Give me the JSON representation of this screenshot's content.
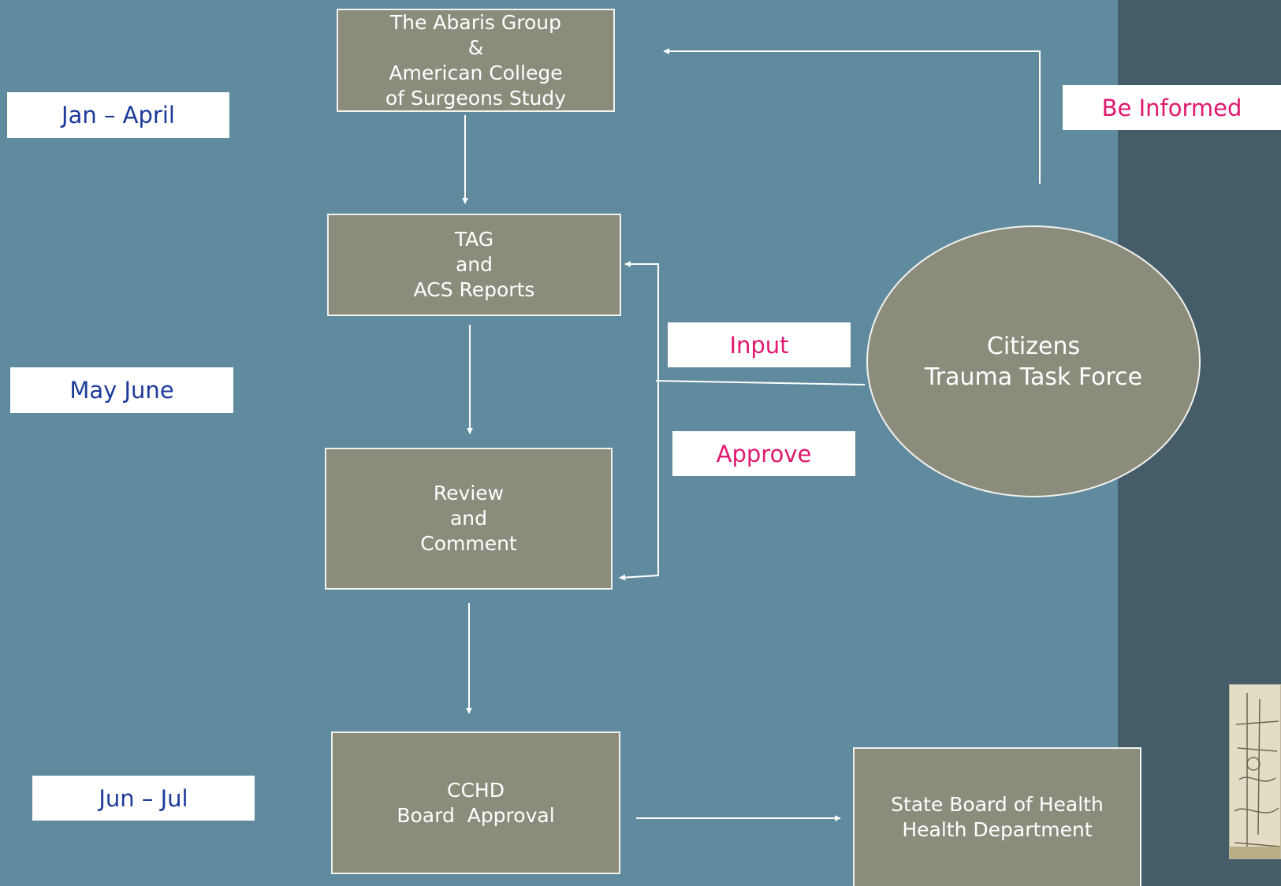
{
  "boxes": {
    "abaris": [
      "The Abaris Group",
      "&",
      "American College",
      "of Surgeons Study"
    ],
    "tag": [
      "TAG",
      "and",
      "ACS Reports"
    ],
    "review": [
      "Review",
      "and",
      "Comment"
    ],
    "cchd": [
      "CCHD",
      "Board  Approval"
    ],
    "state": [
      "State Board of Health",
      "Health Department"
    ]
  },
  "ellipse": [
    "Citizens",
    "Trauma Task Force"
  ],
  "time_labels": {
    "jan_april": "Jan – April",
    "may_june": "May June",
    "jun_jul": "Jun – Jul"
  },
  "action_labels": {
    "be_informed": "Be Informed",
    "input": "Input",
    "approve": "Approve"
  },
  "colors": {
    "background": "#608b9f",
    "right_panel": "#445d69",
    "box_fill": "#8c8c7d",
    "time_label_text": "#1c3a9a",
    "action_label_text": "#e0186e"
  },
  "icons": [
    "arrow-icon"
  ]
}
